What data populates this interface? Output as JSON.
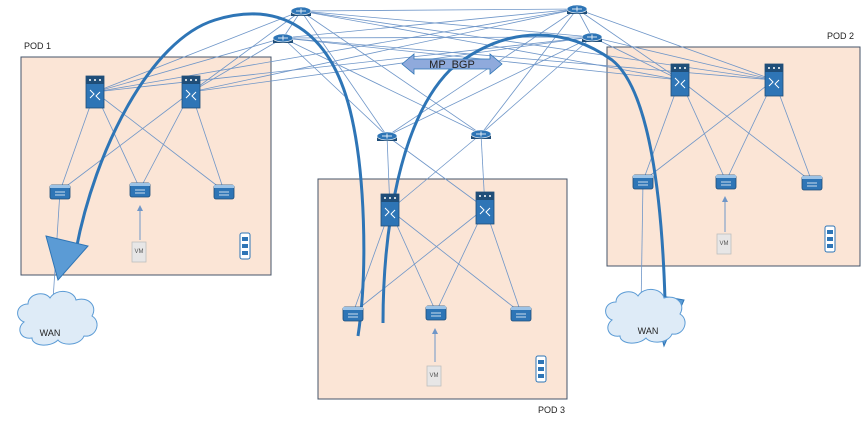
{
  "pods": [
    {
      "label": "POD 1"
    },
    {
      "label": "POD 2"
    },
    {
      "label": "POD 3"
    }
  ],
  "protocol_label": "MP  BGP",
  "wan_label": "WAN",
  "vm_label": "VM",
  "colors": {
    "pod_fill": "#fbe5d6",
    "pod_stroke": "#44546a",
    "link": "#6f96c8",
    "device_fill": "#2e75b6",
    "device_dark": "#1f4e79",
    "arrow": "#2e75b6",
    "arrow_fill": "#5b9bd5",
    "cloud_fill": "#deebf7",
    "cloud_stroke": "#5b9bd5",
    "bgp_arrow_fill": "#8faadc"
  }
}
